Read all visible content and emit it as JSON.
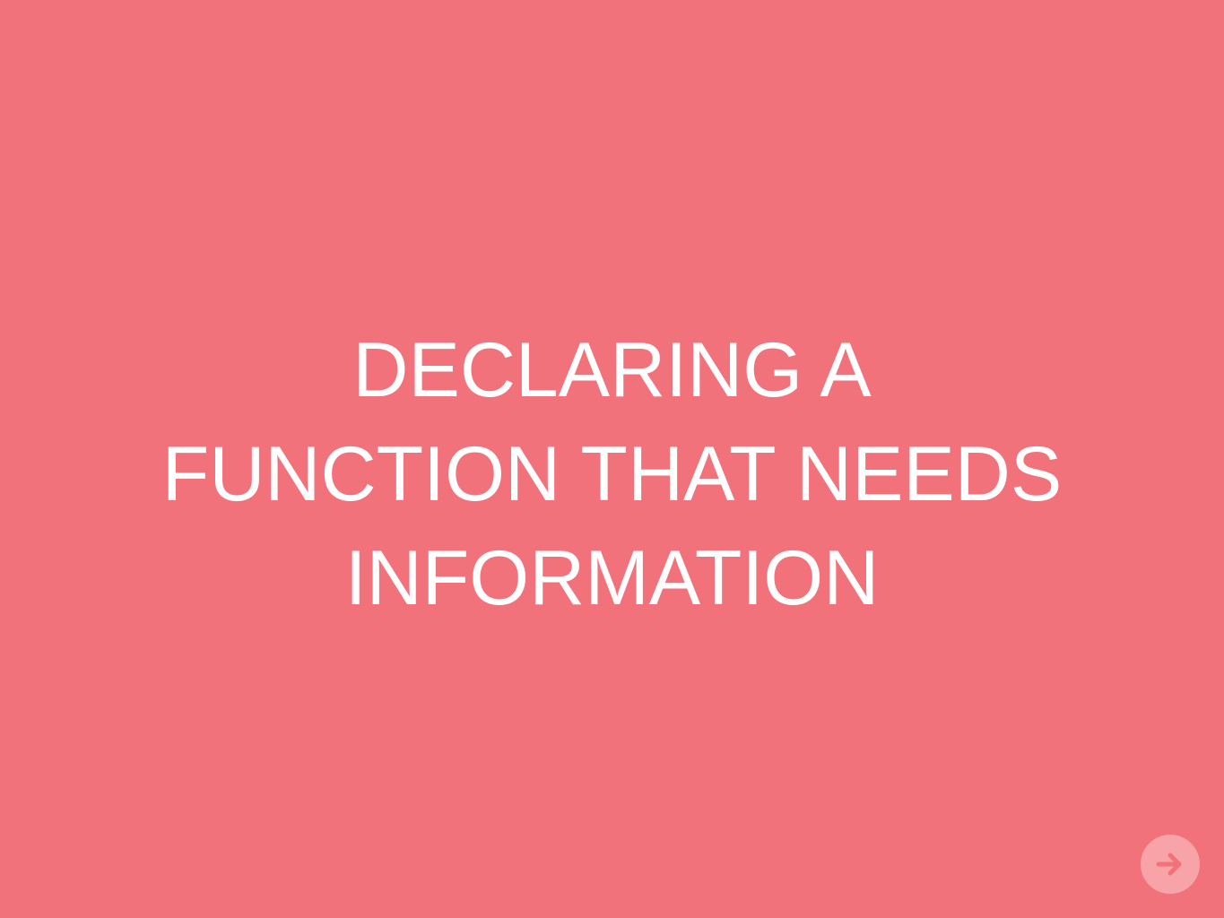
{
  "slide": {
    "title_lines": [
      "DECLARING A",
      "FUNCTION THAT NEEDS",
      "INFORMATION"
    ],
    "background_color": "#f2727b",
    "text_color": "#ffffff"
  },
  "navigation": {
    "next_icon": "arrow-right-icon",
    "button_color": "#f7a3a8",
    "icon_color": "#f2727b"
  }
}
